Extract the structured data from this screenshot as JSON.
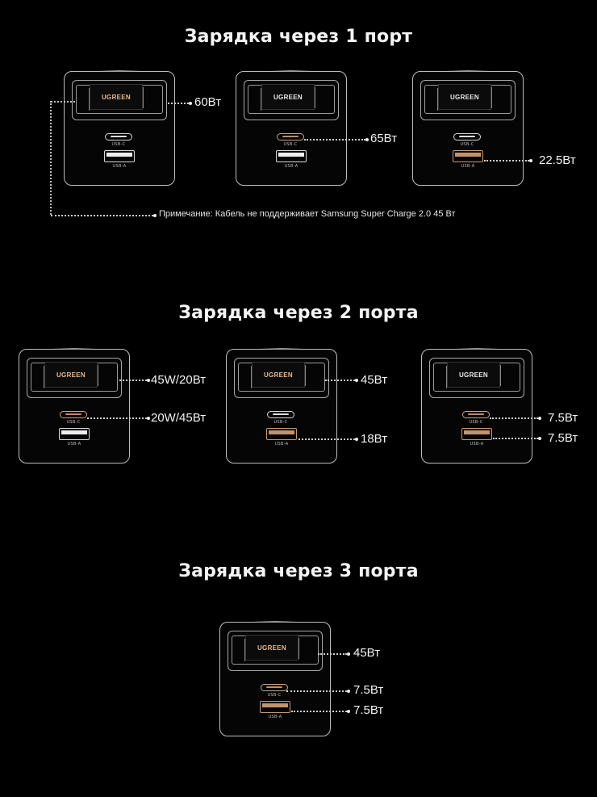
{
  "sections": [
    {
      "title": "Зарядка через 1 порт",
      "cards": [
        {
          "cable_brand": "UGREEN",
          "usb_c_label": "USB-C",
          "usb_a_label": "USB-A",
          "active": [
            "cable"
          ],
          "outputs": [
            {
              "port": "cable",
              "value": "60Вт"
            }
          ]
        },
        {
          "cable_brand": "UGREEN",
          "usb_c_label": "USB-C",
          "usb_a_label": "USB-A",
          "active": [
            "usb-c"
          ],
          "outputs": [
            {
              "port": "usb-c",
              "value": "65Вт"
            }
          ]
        },
        {
          "cable_brand": "UGREEN",
          "usb_c_label": "USB-C",
          "usb_a_label": "USB-A",
          "active": [
            "usb-a"
          ],
          "outputs": [
            {
              "port": "usb-a",
              "value": "22.5Вт"
            }
          ]
        }
      ],
      "note": "Примечание: Кабель не поддерживает Samsung Super Charge 2.0 45 Вт"
    },
    {
      "title": "Зарядка через 2 порта",
      "cards": [
        {
          "cable_brand": "UGREEN",
          "usb_c_label": "USB-C",
          "usb_a_label": "USB-A",
          "active": [
            "cable",
            "usb-c"
          ],
          "outputs": [
            {
              "port": "cable",
              "value": "45W/20Вт"
            },
            {
              "port": "usb-c",
              "value": "20W/45Вт"
            }
          ]
        },
        {
          "cable_brand": "UGREEN",
          "usb_c_label": "USB-C",
          "usb_a_label": "USB-A",
          "active": [
            "cable",
            "usb-a"
          ],
          "outputs": [
            {
              "port": "cable",
              "value": "45Вт"
            },
            {
              "port": "usb-a",
              "value": "18Вт"
            }
          ]
        },
        {
          "cable_brand": "UGREEN",
          "usb_c_label": "USB-C",
          "usb_a_label": "USB-A",
          "active": [
            "usb-c",
            "usb-a"
          ],
          "outputs": [
            {
              "port": "usb-c",
              "value": "7.5Вт"
            },
            {
              "port": "usb-a",
              "value": "7.5Вт"
            }
          ]
        }
      ]
    },
    {
      "title": "Зарядка через 3 порта",
      "cards": [
        {
          "cable_brand": "UGREEN",
          "usb_c_label": "USB-C",
          "usb_a_label": "USB-A",
          "active": [
            "cable",
            "usb-c",
            "usb-a"
          ],
          "outputs": [
            {
              "port": "cable",
              "value": "45Вт"
            },
            {
              "port": "usb-c",
              "value": "7.5Вт"
            },
            {
              "port": "usb-a",
              "value": "7.5Вт"
            }
          ]
        }
      ]
    }
  ],
  "colors": {
    "background": "#000000",
    "outline": "#bdbdbd",
    "active_accent": "#c79a76",
    "text": "#f2f2f2"
  }
}
